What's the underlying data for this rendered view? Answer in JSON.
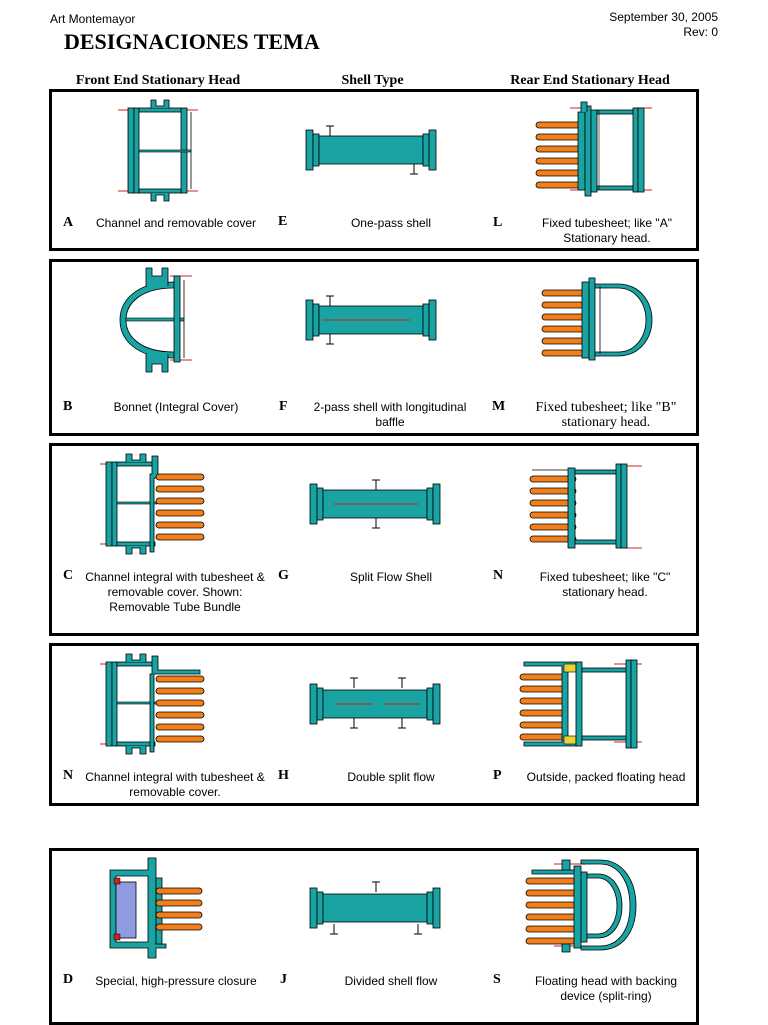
{
  "header": {
    "author": "Art Montemayor",
    "date": "September 30, 2005",
    "rev": "Rev: 0",
    "title": "DESIGNACIONES TEMA"
  },
  "columns": {
    "front": "Front End Stationary Head",
    "shell": "Shell Type",
    "rear": "Rear End Stationary Head"
  },
  "colors": {
    "teal": "#1aa3a3",
    "tube": "#f07f1a",
    "red": "#cc2222",
    "outline": "#000000",
    "cover_blue": "#8f9be0",
    "packing_yellow": "#e8d23a"
  },
  "rows": [
    {
      "front": {
        "letter": "A",
        "caption": "Channel and removable cover",
        "icon": "channel-removable-cover-icon"
      },
      "shell": {
        "letter": "E",
        "caption": "One-pass shell",
        "icon": "one-pass-shell-icon"
      },
      "rear": {
        "letter": "L",
        "caption": "Fixed tubesheet; like \"A\" Stationary head.",
        "icon": "fixed-tubesheet-a-icon"
      }
    },
    {
      "front": {
        "letter": "B",
        "caption": "Bonnet (Integral Cover)",
        "icon": "bonnet-icon"
      },
      "shell": {
        "letter": "F",
        "caption": "2-pass shell with longitudinal baffle",
        "icon": "two-pass-shell-icon"
      },
      "rear": {
        "letter": "M",
        "caption": "Fixed tubesheet; like \"B\" stationary head.",
        "icon": "fixed-tubesheet-b-icon"
      }
    },
    {
      "front": {
        "letter": "C",
        "caption": "Channel integral with tubesheet & removable cover. Shown: Removable Tube Bundle",
        "icon": "channel-integral-removable-bundle-icon"
      },
      "shell": {
        "letter": "G",
        "caption": "Split Flow Shell",
        "icon": "split-flow-shell-icon"
      },
      "rear": {
        "letter": "N",
        "caption": "Fixed tubesheet; like \"C\" stationary head.",
        "icon": "fixed-tubesheet-c-icon"
      }
    },
    {
      "front": {
        "letter": "N",
        "caption": "Channel integral with tubesheet & removable cover.",
        "icon": "channel-integral-cover-icon"
      },
      "shell": {
        "letter": "H",
        "caption": "Double split flow",
        "icon": "double-split-flow-icon"
      },
      "rear": {
        "letter": "P",
        "caption": "Outside, packed floating head",
        "icon": "packed-floating-head-icon"
      }
    },
    {
      "front": {
        "letter": "D",
        "caption": "Special, high-pressure closure",
        "icon": "high-pressure-closure-icon"
      },
      "shell": {
        "letter": "J",
        "caption": "Divided shell flow",
        "icon": "divided-shell-flow-icon"
      },
      "rear": {
        "letter": "S",
        "caption": "Floating head with backing device (split-ring)",
        "icon": "split-ring-floating-head-icon"
      }
    }
  ]
}
